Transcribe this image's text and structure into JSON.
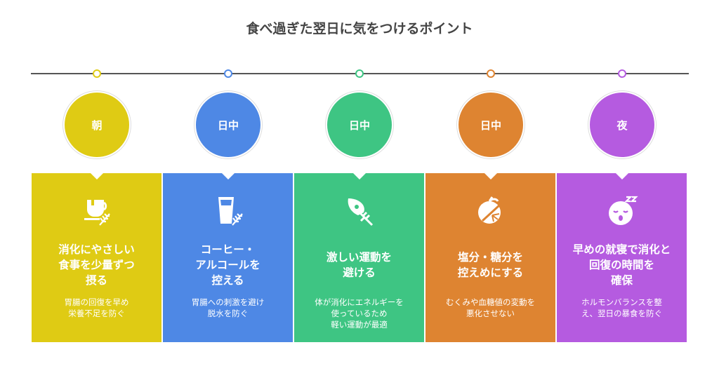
{
  "title": "食べ過ぎた翌日に気をつけるポイント",
  "steps": [
    {
      "time": "朝",
      "heading": "消化にやさしい\n食事を少量ずつ\n摂る",
      "desc": "胃腸の回復を早め\n栄養不足を防ぐ",
      "color": "#DFCB14",
      "icon": "tea-cup-icon"
    },
    {
      "time": "日中",
      "heading": "コーヒー・\nアルコールを\n控える",
      "desc": "胃腸への刺激を避け\n脱水を防ぐ",
      "color": "#4E88E5",
      "icon": "glass-icon"
    },
    {
      "time": "日中",
      "heading": "激しい運動を\n避ける",
      "desc": "体が消化にエネルギーを\n使っているため\n軽い運動が最適",
      "color": "#3EC583",
      "icon": "leaf-icon"
    },
    {
      "time": "日中",
      "heading": "塩分・糖分を\n控えめにする",
      "desc": "むくみや血糖値の変動を\n悪化させない",
      "color": "#DE8431",
      "icon": "orange-icon"
    },
    {
      "time": "夜",
      "heading": "早めの就寝で消化と\n回復の時間を\n確保",
      "desc": "ホルモンバランスを整\nえ、翌日の暴食を防ぐ",
      "color": "#B55BE0",
      "icon": "sleep-face-icon"
    }
  ]
}
